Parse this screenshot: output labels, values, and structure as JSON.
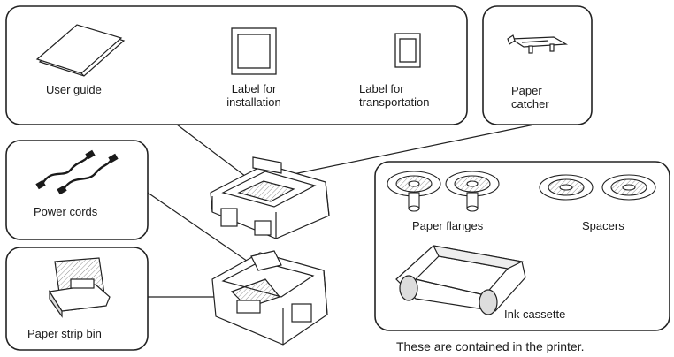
{
  "items": {
    "user_guide": {
      "label": "User guide",
      "icon": "booklet-icon"
    },
    "label_installation": {
      "label_line1": "Label for",
      "label_line2": "installation",
      "icon": "label-sheet-icon"
    },
    "label_transportation": {
      "label_line1": "Label for",
      "label_line2": "transportation",
      "icon": "small-label-icon"
    },
    "paper_catcher": {
      "label_line1": "Paper",
      "label_line2": "catcher",
      "icon": "paper-catcher-icon"
    },
    "power_cords": {
      "label": "Power cords",
      "icon": "power-cord-icon"
    },
    "paper_strip_bin": {
      "label": "Paper strip bin",
      "icon": "paper-strip-bin-icon"
    },
    "paper_flanges": {
      "label": "Paper flanges",
      "icon": "paper-flange-icon"
    },
    "spacers": {
      "label": "Spacers",
      "icon": "spacer-icon"
    },
    "ink_cassette": {
      "label": "Ink cassette",
      "icon": "ink-cassette-icon"
    }
  },
  "footnote": "These are contained in the printer."
}
